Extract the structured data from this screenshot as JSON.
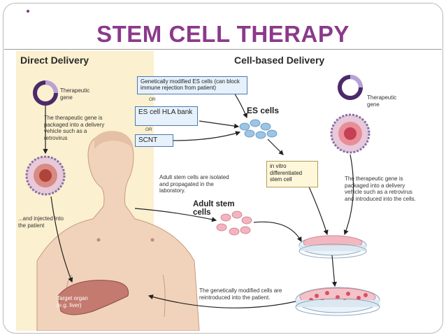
{
  "slide": {
    "bullet": ".",
    "title": "STEM CELL THERAPY"
  },
  "diagram": {
    "left_panel": {
      "heading": "Direct Delivery",
      "virus_label": "Therapeutic gene",
      "package_text": "The therapeutic gene is packaged into a delivery vehicle such as a retrovirus",
      "inject_text": "...and injected into the patient",
      "target_label": "Target organ (e.g. liver)"
    },
    "right_panel": {
      "heading": "Cell-based Delivery",
      "es_source_box": "Genetically modified ES cells (can block immune rejection from patient)",
      "or_1": "OR",
      "hla_box": "ES cell HLA bank",
      "or_2": "OR",
      "scnt_box": "SCNT",
      "es_cells_label": "ES cells",
      "vitro_box": "in vitro differentiated stem cell",
      "adult_isolation_text": "Adult stem cells are isolated and propagated in the laboratory.",
      "adult_cells_label": "Adult stem cells",
      "virus_label": "Therapeutic gene",
      "package_text": "The therapeutic gene is packaged into a delivery vehicle such as a retrovirus and introduced into the cells.",
      "reintroduce_text": "The genetically modified cells are reintroduced into the patient."
    }
  },
  "colors": {
    "title": "#8b3a8b",
    "left_panel_bg": "#fbf0cf",
    "box_fill": "#e6f1fb",
    "box_border": "#4a7ab0",
    "cell_blue": "#7fb0d8",
    "cell_pink": "#f2a8b4",
    "virus_ring": "#4b2a6a",
    "liver": "#c47a6f",
    "skin": "#f1d3bb"
  }
}
